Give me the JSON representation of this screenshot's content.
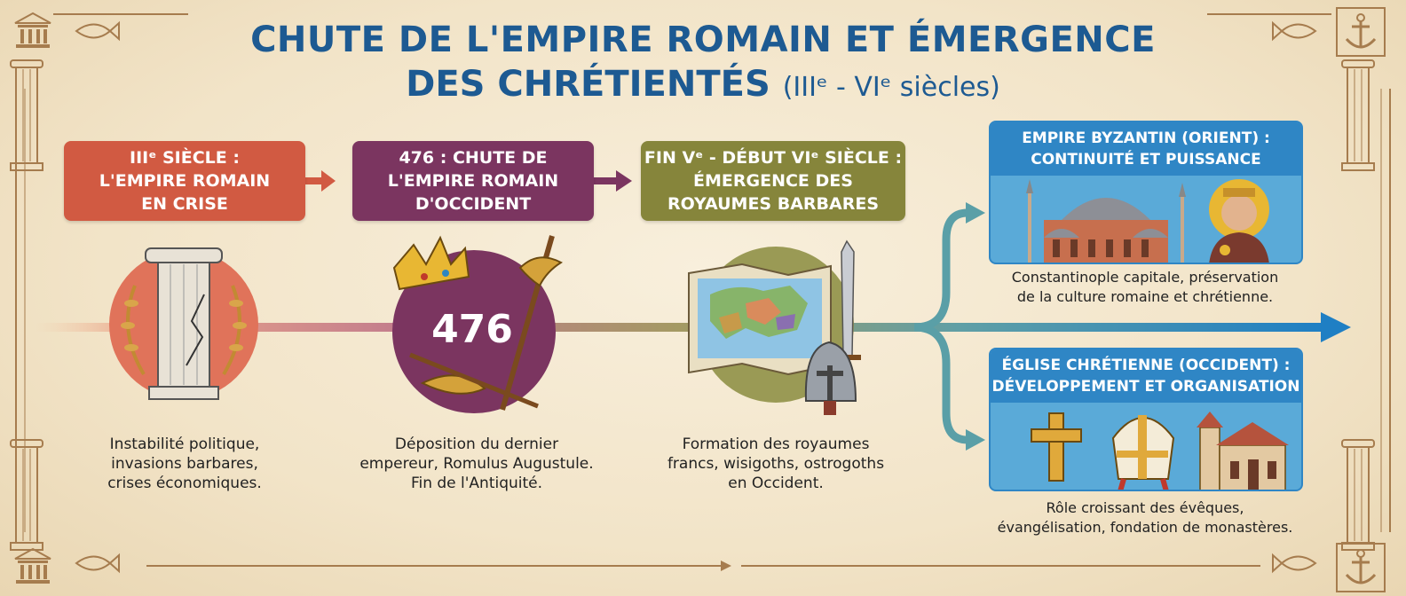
{
  "title": {
    "line1": "CHUTE DE L'EMPIRE ROMAIN ET ÉMERGENCE",
    "line2": "DES CHRÉTIENTÉS",
    "subtitle": "(IIIᵉ - VIᵉ siècles)"
  },
  "stages": [
    {
      "title_lines": [
        "IIIᵉ SIÈCLE :",
        "L'EMPIRE ROMAIN",
        "EN CRISE"
      ],
      "desc_lines": [
        "Instabilité politique,",
        "invasions barbares,",
        "crises économiques."
      ],
      "color": "#d15a42"
    },
    {
      "title_lines": [
        "476 : CHUTE DE",
        "L'EMPIRE ROMAIN",
        "D'OCCIDENT"
      ],
      "badge": "476",
      "desc_lines": [
        "Déposition du dernier",
        "empereur, Romulus Augustule.",
        "Fin de l'Antiquité."
      ],
      "color": "#7b3560"
    },
    {
      "title_lines": [
        "FIN Vᵉ - DÉBUT VIᵉ SIÈCLE :",
        "ÉMERGENCE DES",
        "ROYAUMES BARBARES"
      ],
      "desc_lines": [
        "Formation des royaumes",
        "francs, wisigoths, ostrogoths",
        "en Occident."
      ],
      "color": "#86853b"
    }
  ],
  "branches": [
    {
      "title_lines": [
        "EMPIRE BYZANTIN (ORIENT) :",
        "CONTINUITÉ ET PUISSANCE"
      ],
      "desc_lines": [
        "Constantinople capitale, préservation",
        "de la culture romaine et chrétienne."
      ]
    },
    {
      "title_lines": [
        "ÉGLISE CHRÉTIENNE (OCCIDENT) :",
        "DÉVELOPPEMENT ET ORGANISATION"
      ],
      "desc_lines": [
        "Rôle croissant des évêques,",
        "évangélisation, fondation de monastères."
      ]
    }
  ],
  "colors": {
    "title": "#1d5a92",
    "frame": "#a67c4e",
    "panel": "#5aaad8",
    "panel_header": "#2f86c5",
    "timeline_end": "#1f7fc4"
  },
  "icons": [
    "temple-icon",
    "fish-icon",
    "anchor-icon",
    "column-icon",
    "laurel-icon",
    "crown-icon",
    "eagle-standard-icon",
    "map-icon",
    "sword-icon",
    "helmet-icon",
    "hagia-sophia-icon",
    "emperor-mosaic-icon",
    "cross-icon",
    "mitre-icon",
    "church-icon"
  ]
}
